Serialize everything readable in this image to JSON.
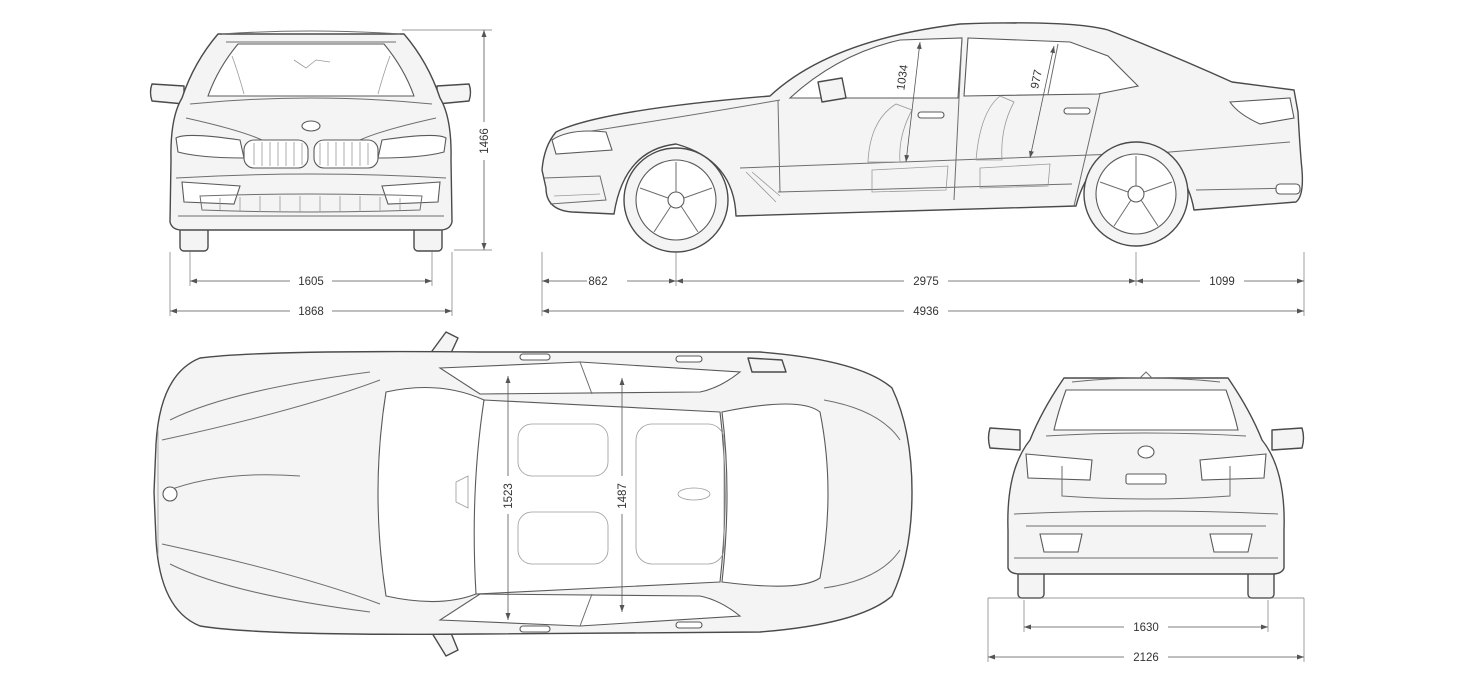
{
  "dimensions": {
    "front_track": "1605",
    "front_width": "1868",
    "height": "1466",
    "front_overhang": "862",
    "wheelbase": "2975",
    "rear_overhang": "1099",
    "length": "4936",
    "headroom_front": "1034",
    "headroom_rear": "977",
    "shoulder_front": "1523",
    "shoulder_rear": "1487",
    "rear_track": "1630",
    "width_mirrors": "2126"
  }
}
